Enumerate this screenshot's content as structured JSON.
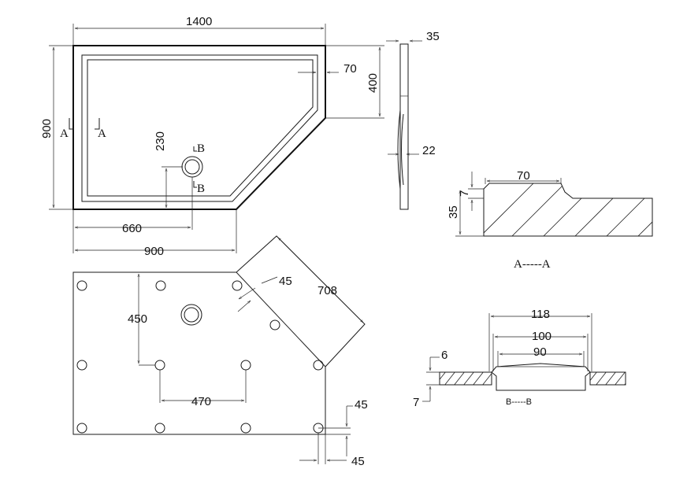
{
  "top_view": {
    "dim_width_total": "1400",
    "dim_height_total": "900",
    "dim_right_height": "400",
    "dim_rim": "70",
    "dim_drain_height": "230",
    "dim_drain_offset": "660",
    "dim_bottom_width": "900",
    "section_a_left": "A",
    "section_a_right": "A",
    "section_b_top": "B",
    "section_b_bottom": "B"
  },
  "side_view": {
    "dim_thickness": "35",
    "dim_depth": "22"
  },
  "section_a": {
    "dim_rim_width": "70",
    "dim_step": "7",
    "dim_total": "35",
    "caption": "A-----A"
  },
  "underside_view": {
    "dim_angle_edge": "708",
    "dim_angle_offset": "45",
    "dim_vertical": "450",
    "dim_foot_spacing": "470",
    "dim_corner_right": "45",
    "dim_corner_bottom": "45"
  },
  "section_b": {
    "dim_outer": "118",
    "dim_middle": "100",
    "dim_inner": "90",
    "dim_top": "6",
    "dim_bottom": "7",
    "caption": "B-----B"
  }
}
